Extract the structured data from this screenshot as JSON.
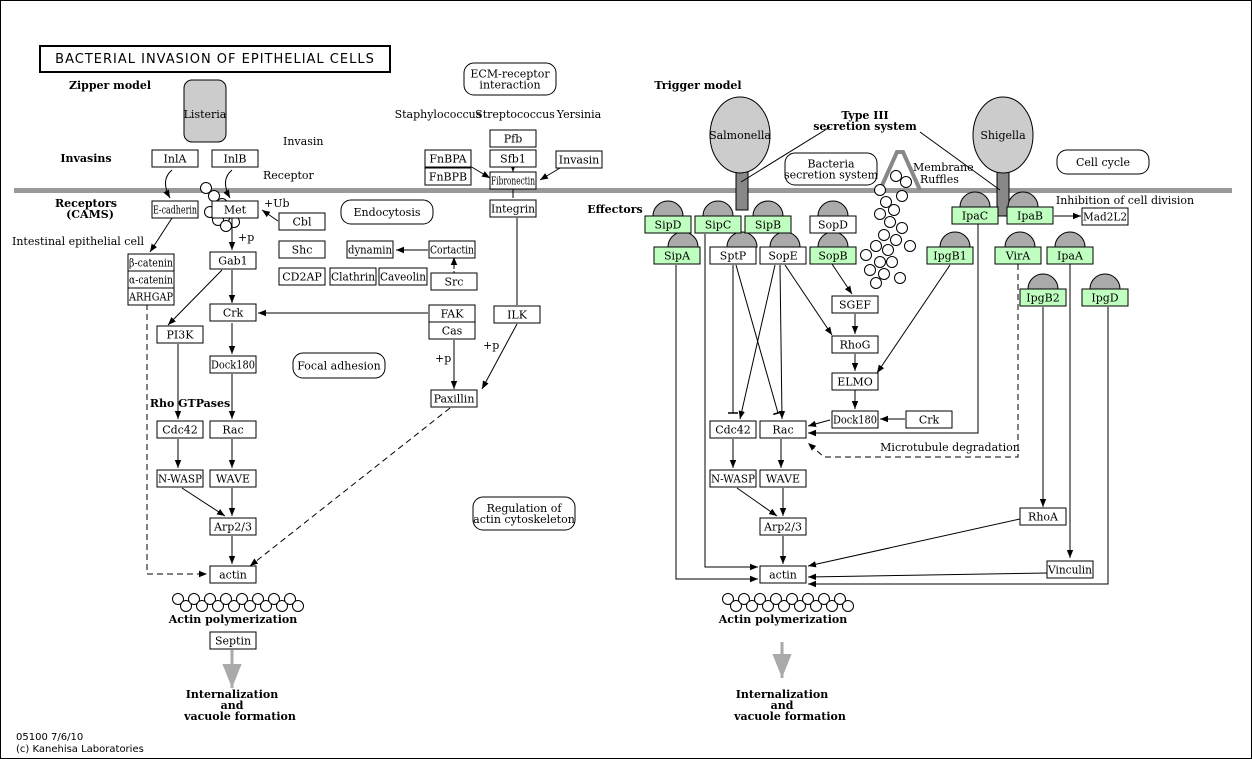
{
  "title": "BACTERIAL INVASION OF EPITHELIAL CELLS",
  "footer": {
    "id_date": "05100 7/6/10",
    "copyright": "(c) Kanehisa Laboratories"
  },
  "colors": {
    "membrane": "#999999",
    "gene_product": "#bfffbf",
    "bacterium": "#cccccc",
    "final_arrow": "#aaaaaa"
  },
  "sections": {
    "zipper_model": "Zipper model",
    "trigger_model": "Trigger model",
    "invasins": "Invasins",
    "receptors_line1": "Receptors",
    "receptors_line2": "(CAMS)",
    "intestinal_cell": "Intestinal epithelial cell",
    "effectors": "Effectors",
    "type3_line1": "Type III",
    "type3_line2": "secretion system",
    "rho_gtpases": "Rho GTPases",
    "actin_poly_left": "Actin polymerization",
    "actin_poly_right": "Actin polymerization",
    "intern_left": [
      "Internalization",
      "and",
      "vacuole formation"
    ],
    "intern_right": [
      "Internalization",
      "and",
      "vacuole formation"
    ],
    "membrane_ruffles": [
      "Membrane",
      "Ruffles"
    ],
    "microtubule": "Microtubule degradation",
    "inhibition": "Inhibition of cell division",
    "staph": "Staphylococcus",
    "strep": "Streptococcus",
    "yersinia": "Yersinia",
    "invasin_label": "Invasin",
    "receptor_label": "Receptor",
    "ub": "+Ub",
    "p1": "+p",
    "p2": "+p",
    "p3": "+p"
  },
  "bacteria": {
    "listeria": "Listeria",
    "salmonella": "Salmonella",
    "shigella": "Shigella"
  },
  "maps": {
    "ecm": [
      "ECM-receptor",
      "interaction"
    ],
    "endocytosis": [
      "Endocytosis"
    ],
    "focal": [
      "Focal adhesion"
    ],
    "regulation": [
      "Regulation of",
      "actin cytoskeleton"
    ],
    "bacteria_secretion": [
      "Bacteria",
      "secretion system"
    ],
    "cell_cycle": [
      "Cell cycle"
    ]
  },
  "genes": {
    "inla": "InlA",
    "inlb": "InlB",
    "ecad": "E-cadherin",
    "met": "Met",
    "cbl": "Cbl",
    "shc": "Shc",
    "cd2ap": "CD2AP",
    "clathrin": "Clathrin",
    "caveolin": "Caveolin",
    "dynamin": "dynamin",
    "cortactin": "Cortactin",
    "src": "Src",
    "fak": "FAK",
    "cas": "Cas",
    "paxillin": "Paxillin",
    "ilk": "ILK",
    "integrin": "Integrin",
    "fibronectin": "Fibronectin",
    "fnbpa": "FnBPA",
    "fnbpb": "FnBPB",
    "pfb": "Pfb",
    "sfb1": "Sfb1",
    "invasin": "Invasin",
    "bcat": "β-catenin",
    "acat": "α-catenin",
    "arhgap": "ARHGAP",
    "gab1": "Gab1",
    "pi3k": "PI3K",
    "crk1": "Crk",
    "dock1": "Dock180",
    "cdc42a": "Cdc42",
    "raca": "Rac",
    "nwaspa": "N-WASP",
    "wavea": "WAVE",
    "arpa": "Arp2/3",
    "actina": "actin",
    "septin": "Septin",
    "sipd": "SipD",
    "sipc": "SipC",
    "sipb": "SipB",
    "sopd": "SopD",
    "sipa": "SipA",
    "sptp": "SptP",
    "sope": "SopE",
    "sopb": "SopB",
    "sgef": "SGEF",
    "rhog": "RhoG",
    "elmo": "ELMO",
    "dock2": "Dock180",
    "crk2": "Crk",
    "cdc42b": "Cdc42",
    "racb": "Rac",
    "nwaspb": "N-WASP",
    "waveb": "WAVE",
    "arpb": "Arp2/3",
    "actinb": "actin",
    "rhoa": "RhoA",
    "vinculin": "Vinculin",
    "ipac": "IpaC",
    "ipab": "IpaB",
    "mad2l2": "Mad2L2",
    "ipgb1": "IpgB1",
    "vira": "VirA",
    "ipaa": "IpaA",
    "ipgb2": "IpgB2",
    "ipgd": "IpgD"
  }
}
